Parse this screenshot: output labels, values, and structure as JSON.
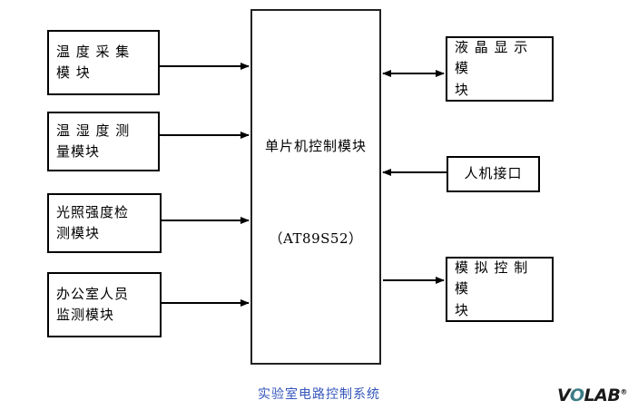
{
  "diagram": {
    "caption": "实验室电路控制系统",
    "logo": {
      "part1": "V",
      "part_o": "O",
      "part2": "LAB",
      "registered": "®"
    },
    "center": {
      "title": "单片机控制模块",
      "subtitle": "（AT89S52）"
    },
    "inputs": [
      {
        "label": "温 度 采 集\n模 块"
      },
      {
        "label": "温 湿 度 测\n量模块"
      },
      {
        "label": "光照强度检\n测模块"
      },
      {
        "label": "办公室人员\n监测模块"
      }
    ],
    "outputs": [
      {
        "label": "液 晶 显 示 模\n块",
        "arrow": "bidirectional"
      },
      {
        "label": "人机接口",
        "arrow": "left"
      },
      {
        "label": "模 拟 控 制 模\n块",
        "arrow": "right"
      }
    ],
    "colors": {
      "line": "#000000",
      "box_border": "#000000",
      "caption": "#3355bb",
      "logo_accent": "#3d7d86"
    }
  }
}
